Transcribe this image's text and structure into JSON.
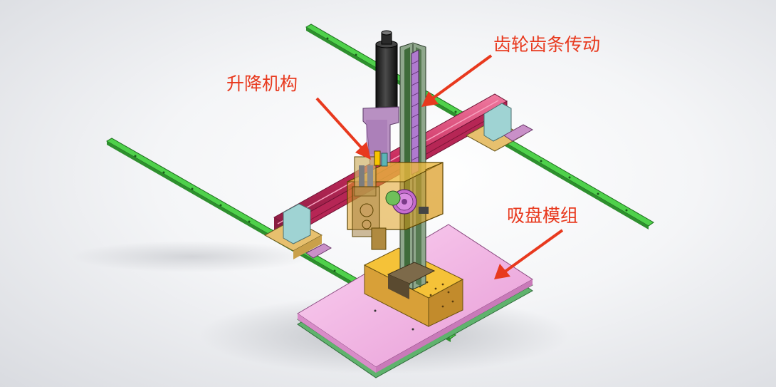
{
  "labels": {
    "gear_rack": "齿轮齿条传动",
    "lifting": "升降机构",
    "suction": "吸盘模组"
  },
  "colors": {
    "annotation": "#e8391e",
    "guide_rail": "#4fd14b",
    "beam": "#d6336c",
    "suction_plate": "#f4b6e8",
    "housing": "#d9a520",
    "base_plate": "#7ec98a"
  }
}
